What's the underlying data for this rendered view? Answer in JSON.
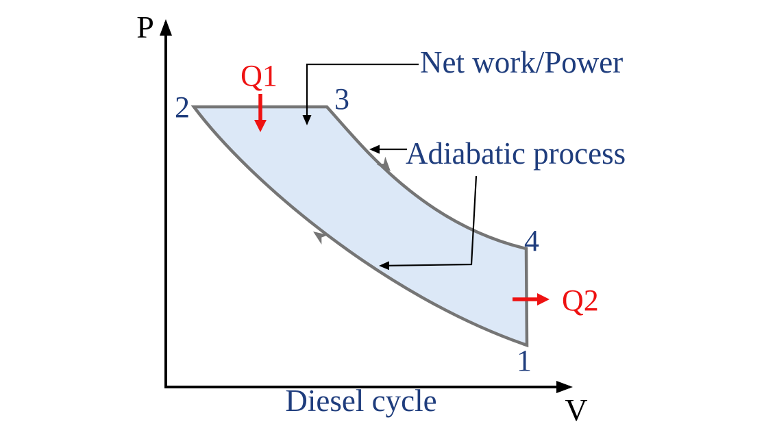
{
  "title": {
    "text": "Diesel cycle"
  },
  "axes": {
    "y_label": "P",
    "x_label": "V"
  },
  "state_points": {
    "point1": "1",
    "point2": "2",
    "point3": "3",
    "point4": "4"
  },
  "annotations": {
    "net_work_label": "Net work/Power",
    "adiabatic_label": "Adiabatic process",
    "heat_in_label": "Q1",
    "heat_out_label": "Q2"
  },
  "colors": {
    "label_blue": "#1f3d7d",
    "heat_red": "#ee1212",
    "curve_gray": "#757575",
    "region_fill": "#dce8f7",
    "axis_black": "#000000"
  }
}
